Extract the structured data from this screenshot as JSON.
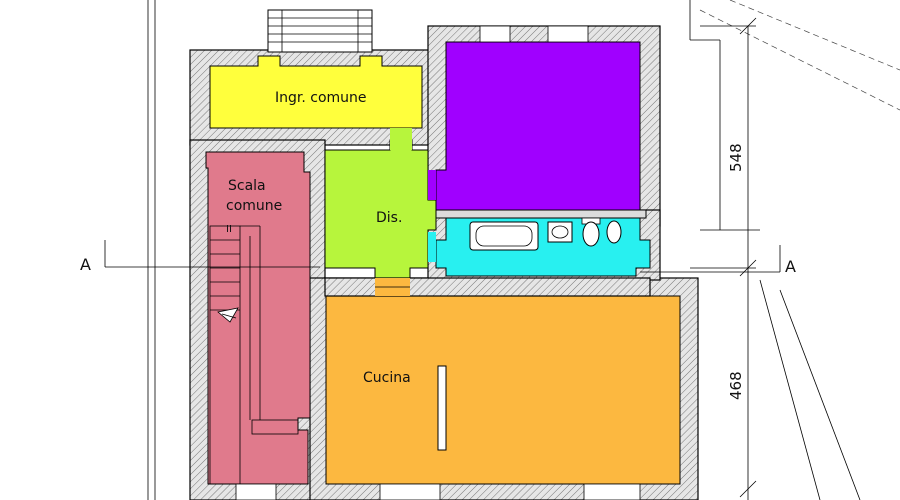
{
  "rooms": {
    "ingresso": {
      "label": "Ingr. comune",
      "color": "#ffff3c"
    },
    "scala": {
      "label_line1": "Scala",
      "label_line2": "comune",
      "color": "#e07a8c"
    },
    "disimpegno": {
      "label": "Dis.",
      "color": "#b7f53c"
    },
    "camera": {
      "label": "",
      "color": "#a000ff"
    },
    "bagno": {
      "label": "",
      "color": "#28f0f0"
    },
    "cucina": {
      "label": "Cucina",
      "color": "#fcb840"
    }
  },
  "dimensions": {
    "upper": "548",
    "lower": "468"
  },
  "section_marks": {
    "left": "A",
    "right": "A"
  },
  "stair_marker": "II"
}
